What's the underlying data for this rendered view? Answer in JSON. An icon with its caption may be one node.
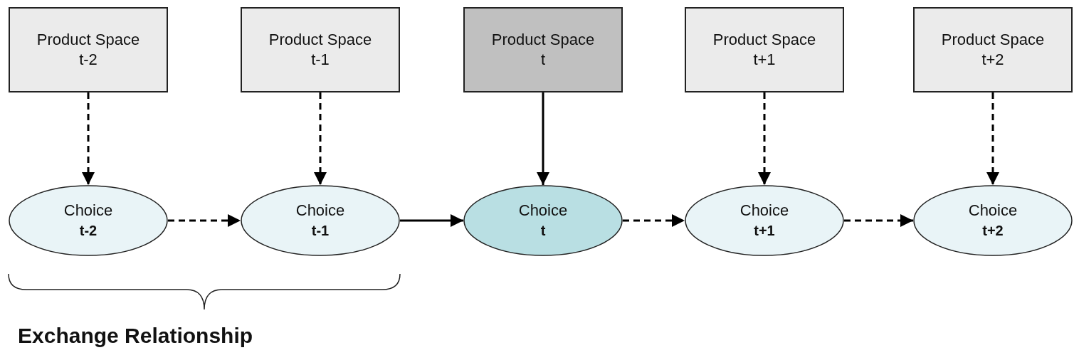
{
  "diagram": {
    "nodes": [
      {
        "text": [
          "Product Space",
          "t-2"
        ]
      },
      {
        "text": [
          "Product Space",
          "t-1"
        ]
      },
      {
        "text": [
          "Product Space",
          "t"
        ]
      },
      {
        "text": [
          "Product Space",
          "t+1"
        ]
      },
      {
        "text": [
          "Product Space",
          "t+2"
        ]
      },
      {
        "text": [
          "Choice",
          "t-2"
        ]
      },
      {
        "text": [
          "Choice",
          "t-1"
        ]
      },
      {
        "text": [
          "Choice",
          "t"
        ]
      },
      {
        "text": [
          "Choice",
          "t+1"
        ]
      },
      {
        "text": [
          "Choice",
          "t+2"
        ]
      }
    ],
    "edges": [
      {
        "from": 0,
        "to": 5,
        "arrow": "to",
        "style": "dashed"
      },
      {
        "from": 1,
        "to": 6,
        "arrow": "to",
        "style": "dashed"
      },
      {
        "from": 2,
        "to": 7,
        "arrow": "to"
      },
      {
        "from": 3,
        "to": 8,
        "arrow": "to",
        "style": "dashed"
      },
      {
        "from": 4,
        "to": 9,
        "arrow": "to",
        "style": "dashed"
      },
      {
        "from": 5,
        "to": 6,
        "arrow": "to",
        "style": "dashed"
      },
      {
        "from": 6,
        "to": 7,
        "arrow": "to"
      },
      {
        "from": 7,
        "to": 8,
        "arrow": "to",
        "style": "dashed"
      },
      {
        "from": 8,
        "to": 9,
        "arrow": "to",
        "style": "dashed"
      }
    ],
    "labels": [
      "Exchange Relationship"
    ]
  }
}
